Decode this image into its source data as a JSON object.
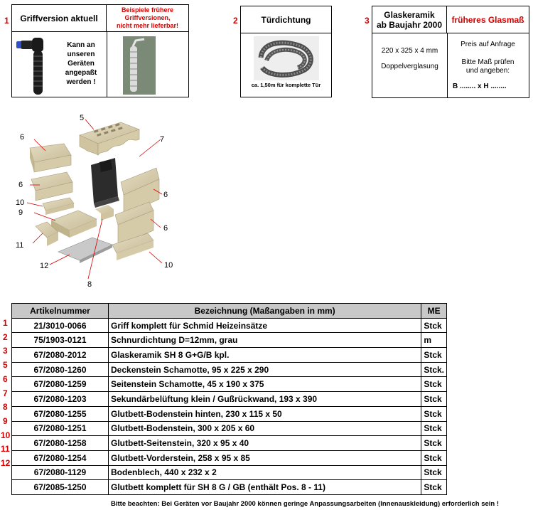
{
  "section_numbers": [
    "1",
    "2",
    "3"
  ],
  "box1": {
    "header_current": "Griffversion aktuell",
    "header_old_line1": "Beispiele frühere",
    "header_old_line2": "Griffversionen,",
    "header_old_line3": "nicht mehr lieferbar!",
    "desc_lines": [
      "Kann an",
      "unseren",
      "Geräten",
      "angepaßt",
      "werden !"
    ]
  },
  "box2": {
    "header": "Türdichtung",
    "caption": "ca. 1,50m für komplette Tür"
  },
  "box3": {
    "header_line1": "Glaskeramik",
    "header_line2": "ab Baujahr 2000",
    "header_right": "früheres Glasmaß",
    "dimension": "220 x 325 x 4 mm",
    "glazing": "Doppelverglasung",
    "price": "Preis auf Anfrage",
    "check_line1": "Bitte Maß prüfen",
    "check_line2": "und angeben:",
    "measure": "B ........ x  H ........"
  },
  "diagram_labels": [
    "5",
    "6",
    "7",
    "6",
    "10",
    "9",
    "6",
    "6",
    "11",
    "12",
    "8",
    "10"
  ],
  "table": {
    "headers": [
      "Artikelnummer",
      "Bezeichnung (Maßangaben in mm)",
      "ME"
    ],
    "rows": [
      {
        "pos": "1",
        "art": "21/3010-0066",
        "desc": "Griff komplett für Schmid Heizeinsätze",
        "me": "Stck"
      },
      {
        "pos": "2",
        "art": "75/1903-0121",
        "desc": "Schnurdichtung D=12mm, grau",
        "me": "m"
      },
      {
        "pos": "3",
        "art": "67/2080-2012",
        "desc": "Glaskeramik SH 8 G+G/B kpl.",
        "me": "Stck"
      },
      {
        "pos": "5",
        "art": "67/2080-1260",
        "desc": "Deckenstein Schamotte, 95 x 225 x 290",
        "me": "Stck."
      },
      {
        "pos": "6",
        "art": "67/2080-1259",
        "desc": "Seitenstein Schamotte, 45 x 190 x 375",
        "me": "Stck"
      },
      {
        "pos": "7",
        "art": "67/2080-1203",
        "desc": "Sekundärbelüftung klein / Gußrückwand, 193 x 390",
        "me": "Stck"
      },
      {
        "pos": "8",
        "art": "67/2080-1255",
        "desc": "Glutbett-Bodenstein hinten, 230 x 115 x 50",
        "me": "Stck"
      },
      {
        "pos": "9",
        "art": "67/2080-1251",
        "desc": "Glutbett-Bodenstein, 300 x 205 x 60",
        "me": "Stck"
      },
      {
        "pos": "10",
        "art": "67/2080-1258",
        "desc": "Glutbett-Seitenstein, 320 x 95 x 40",
        "me": "Stck"
      },
      {
        "pos": "11",
        "art": "67/2080-1254",
        "desc": "Glutbett-Vorderstein, 258 x 95 x 85",
        "me": "Stck"
      },
      {
        "pos": "12",
        "art": "67/2080-1129",
        "desc": "Bodenblech, 440 x 232 x 2",
        "me": "Stck"
      },
      {
        "pos": "",
        "art": "67/2085-1250",
        "desc": "Glutbett komplett für SH 8 G / GB (enthält Pos. 8 - 11)",
        "me": "Stck"
      }
    ]
  },
  "note": "Bitte beachten: Bei Geräten vor Baujahr 2000 können geringe Anpassungsarbeiten (Innenauskleidung) erforderlich sein !",
  "colors": {
    "accent_red": "#d40000",
    "header_grey": "#c8c8c8",
    "firebrick": "#d8ceb0"
  }
}
